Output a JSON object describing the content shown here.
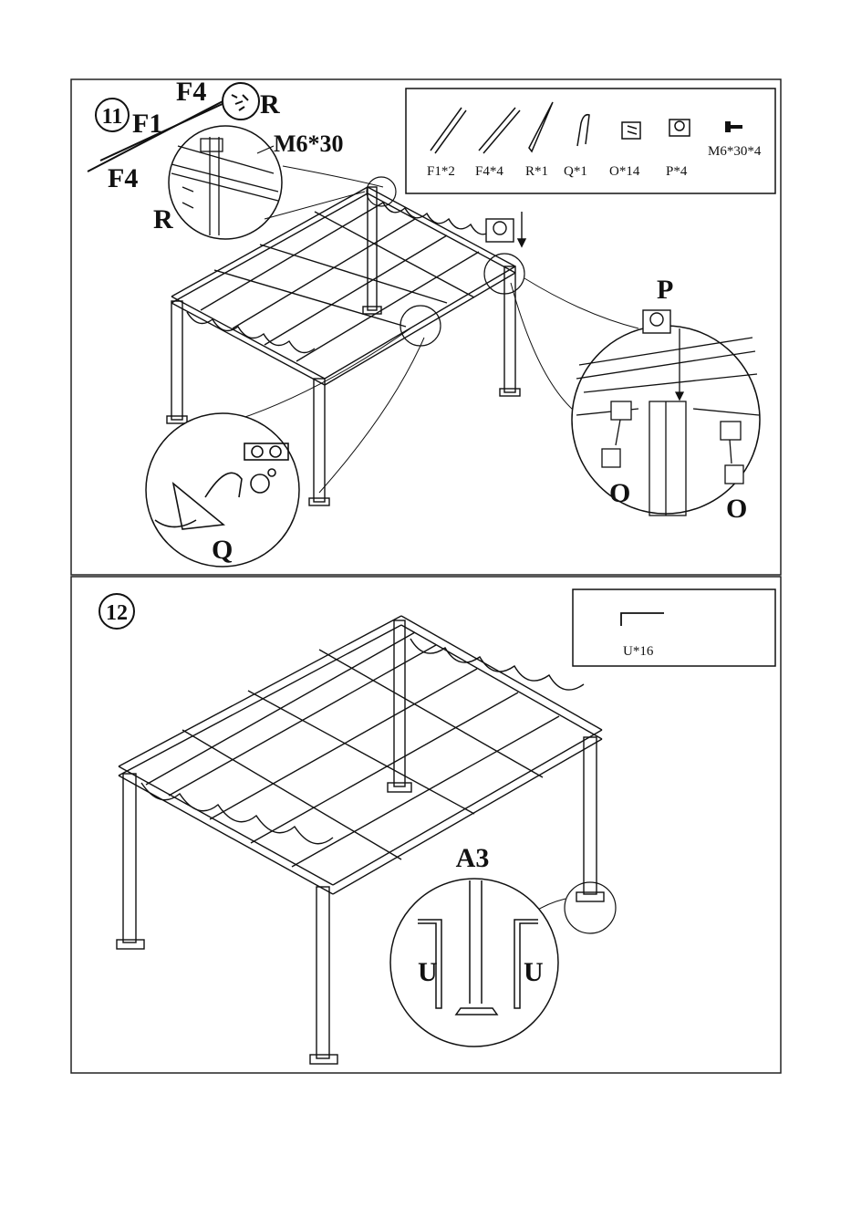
{
  "step11": {
    "number": "11",
    "callouts": {
      "f1": "F1",
      "f4_top": "F4",
      "f4_bottom": "F4",
      "r_top": "R",
      "r_bottom": "R",
      "m6": "M6*30",
      "p": "P",
      "o_left": "O",
      "o_right": "O",
      "q": "Q"
    },
    "parts": [
      {
        "label": "F1*2",
        "icon": "rod-icon"
      },
      {
        "label": "F4*4",
        "icon": "rod-icon"
      },
      {
        "label": "R*1",
        "icon": "rod-icon"
      },
      {
        "label": "Q*1",
        "icon": "hook-icon"
      },
      {
        "label": "O*14",
        "icon": "bracket-icon"
      },
      {
        "label": "P*4",
        "icon": "cap-icon"
      },
      {
        "label": "M6*30*4",
        "icon": "screw-icon"
      }
    ]
  },
  "step12": {
    "number": "12",
    "callouts": {
      "a3": "A3",
      "u_left": "U",
      "u_right": "U"
    },
    "parts": [
      {
        "label": "U*16",
        "icon": "u-stake-icon"
      }
    ]
  }
}
